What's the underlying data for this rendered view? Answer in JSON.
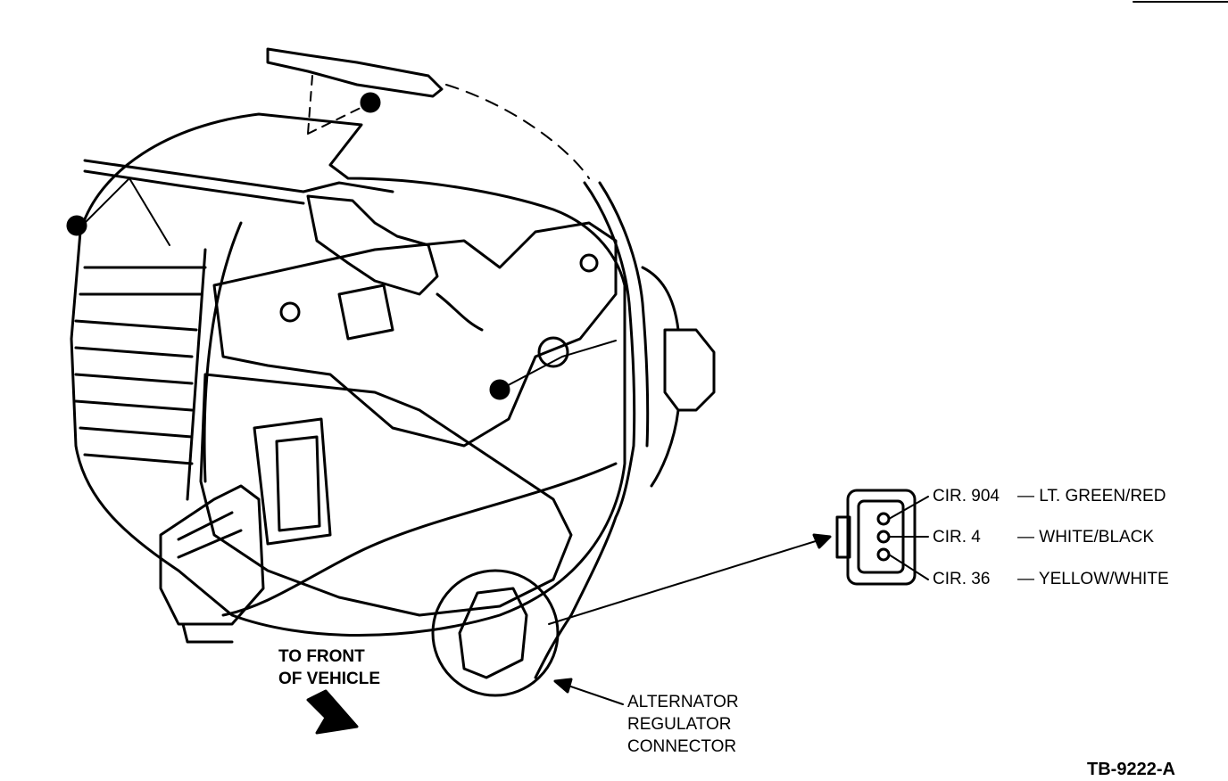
{
  "diagram": {
    "direction_label": [
      "TO FRONT",
      "OF VEHICLE"
    ],
    "connector_label": [
      "ALTERNATOR",
      "REGULATOR",
      "CONNECTOR"
    ],
    "circuits": [
      {
        "code": "CIR. 904",
        "color": "— LT. GREEN/RED"
      },
      {
        "code": "CIR. 4",
        "color": "— WHITE/BLACK"
      },
      {
        "code": "CIR. 36",
        "color": "— YELLOW/WHITE"
      }
    ],
    "figure_id": "TB-9222-A"
  }
}
